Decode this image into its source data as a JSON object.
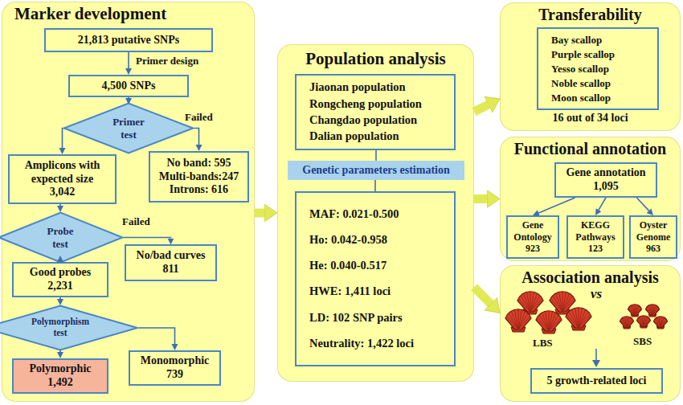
{
  "diagram": {
    "nodes": [
      {
        "text": [
          "Marker development"
        ]
      },
      {
        "text": [
          "21,813 putative SNPs"
        ],
        "in": 0
      },
      {
        "text": [
          "4,500 SNPs"
        ],
        "in": 0
      },
      {
        "text": [
          "Primer test"
        ],
        "in": 0
      },
      {
        "text": [
          "Amplicons with expected size",
          "3,042"
        ],
        "in": 0
      },
      {
        "text": [
          "No band: 595",
          "Multi-bands:247",
          "Introns: 616"
        ],
        "in": 0
      },
      {
        "text": [
          "Probe test"
        ],
        "in": 0
      },
      {
        "text": [
          "Good probes",
          "2,231"
        ],
        "in": 0
      },
      {
        "text": [
          "No/bad curves",
          "811"
        ],
        "in": 0
      },
      {
        "text": [
          "Polymorphism test"
        ],
        "in": 0
      },
      {
        "text": [
          "Polymorphic",
          "1,492"
        ],
        "in": 0
      },
      {
        "text": [
          "Monomorphic",
          "739"
        ],
        "in": 0
      },
      {
        "text": [
          "Population analysis"
        ]
      },
      {
        "text": [
          "Jiaonan population",
          "Rongcheng population",
          "Changdao population",
          "Dalian population"
        ],
        "in": 12
      },
      {
        "text": [
          "Genetic parameters estimation"
        ],
        "in": 12
      },
      {
        "text": [
          "MAF: 0.021-0.500",
          "Ho: 0.042-0.958",
          "He: 0.040-0.517",
          "HWE: 1,411 loci",
          "LD: 102 SNP pairs",
          "Neutrality: 1,422 loci"
        ],
        "in": 12
      },
      {
        "text": [
          "Transferability",
          "16 out of 34 loci"
        ]
      },
      {
        "text": [
          "Bay scallop",
          "Purple scallop",
          "Yesso scallop",
          "Noble scallop",
          "Moon scallop"
        ],
        "in": 16
      },
      {
        "text": [
          "Functional annotation"
        ]
      },
      {
        "text": [
          "Gene annotation",
          "1,095"
        ],
        "in": 18
      },
      {
        "text": [
          "Gene Ontology",
          "923"
        ],
        "in": 18
      },
      {
        "text": [
          "KEGG Pathways",
          "123"
        ],
        "in": 18
      },
      {
        "text": [
          "Oyster Genome",
          "963"
        ],
        "in": 18
      },
      {
        "text": [
          "Association analysis"
        ]
      },
      {
        "text": [
          "5 growth-related loci"
        ],
        "in": 23
      }
    ],
    "edges": [
      {
        "from": 1,
        "to": 2,
        "arrow": "to",
        "label": "Primer design"
      },
      {
        "from": 2,
        "to": 3,
        "arrow": "to"
      },
      {
        "from": 3,
        "to": 4,
        "arrow": "to"
      },
      {
        "from": 3,
        "to": 5,
        "arrow": "to",
        "label": "Failed"
      },
      {
        "from": 4,
        "to": 6,
        "arrow": "to"
      },
      {
        "from": 6,
        "to": 7,
        "arrow": "to"
      },
      {
        "from": 6,
        "to": 8,
        "arrow": "to",
        "label": "Failed"
      },
      {
        "from": 7,
        "to": 9,
        "arrow": "to"
      },
      {
        "from": 9,
        "to": 10,
        "arrow": "to"
      },
      {
        "from": 9,
        "to": 11,
        "arrow": "to"
      },
      {
        "from": 0,
        "to": 12,
        "arrow": "to"
      },
      {
        "from": 12,
        "to": 16,
        "arrow": "to"
      },
      {
        "from": 12,
        "to": 18,
        "arrow": "to"
      },
      {
        "from": 12,
        "to": 23,
        "arrow": "to"
      },
      {
        "from": 13,
        "to": 14,
        "arrow": "none"
      },
      {
        "from": 14,
        "to": 15,
        "arrow": "none"
      },
      {
        "from": 19,
        "to": 20,
        "arrow": "to"
      },
      {
        "from": 19,
        "to": 21,
        "arrow": "to"
      },
      {
        "from": 19,
        "to": 22,
        "arrow": "to"
      }
    ],
    "labels": [
      "LBS",
      "vs",
      "SBS"
    ]
  }
}
